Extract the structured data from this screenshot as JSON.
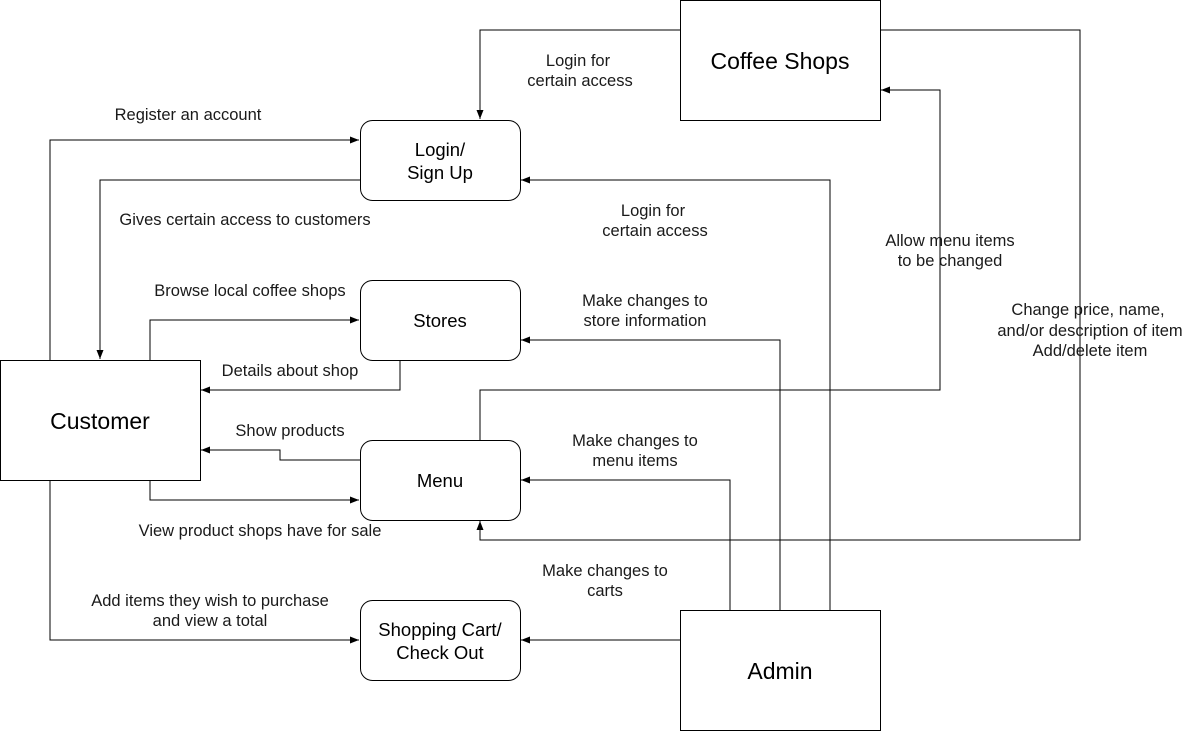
{
  "nodes": {
    "coffee_shops": {
      "label": "Coffee Shops"
    },
    "login": {
      "line1": "Login/",
      "line2": "Sign Up"
    },
    "stores": {
      "label": "Stores"
    },
    "customer": {
      "label": "Customer"
    },
    "menu": {
      "label": "Menu"
    },
    "cart": {
      "line1": "Shopping Cart/",
      "line2": "Check Out"
    },
    "admin": {
      "label": "Admin"
    }
  },
  "edges": {
    "coffee_login": {
      "line1": "Login for",
      "line2": "certain access"
    },
    "register": {
      "text": "Register an account"
    },
    "gives_access": {
      "text": "Gives certain access to customers"
    },
    "admin_login": {
      "line1": "Login for",
      "line2": "certain access"
    },
    "allow_menu": {
      "line1": "Allow menu items",
      "line2": "to be changed"
    },
    "browse": {
      "text": "Browse local coffee shops"
    },
    "store_changes": {
      "line1": "Make changes to",
      "line2": "store information"
    },
    "change_price": {
      "line1": "Change price, name,",
      "line2": "and/or description of item",
      "line3": "Add/delete item"
    },
    "details": {
      "text": "Details about shop"
    },
    "show_products": {
      "text": "Show products"
    },
    "menu_changes": {
      "line1": "Make changes to",
      "line2": "menu items"
    },
    "view_products": {
      "text": "View product shops have for sale"
    },
    "cart_changes": {
      "line1": "Make changes to",
      "line2": "carts"
    },
    "add_items": {
      "line1": "Add items they wish to purchase",
      "line2": "and view a total"
    }
  }
}
